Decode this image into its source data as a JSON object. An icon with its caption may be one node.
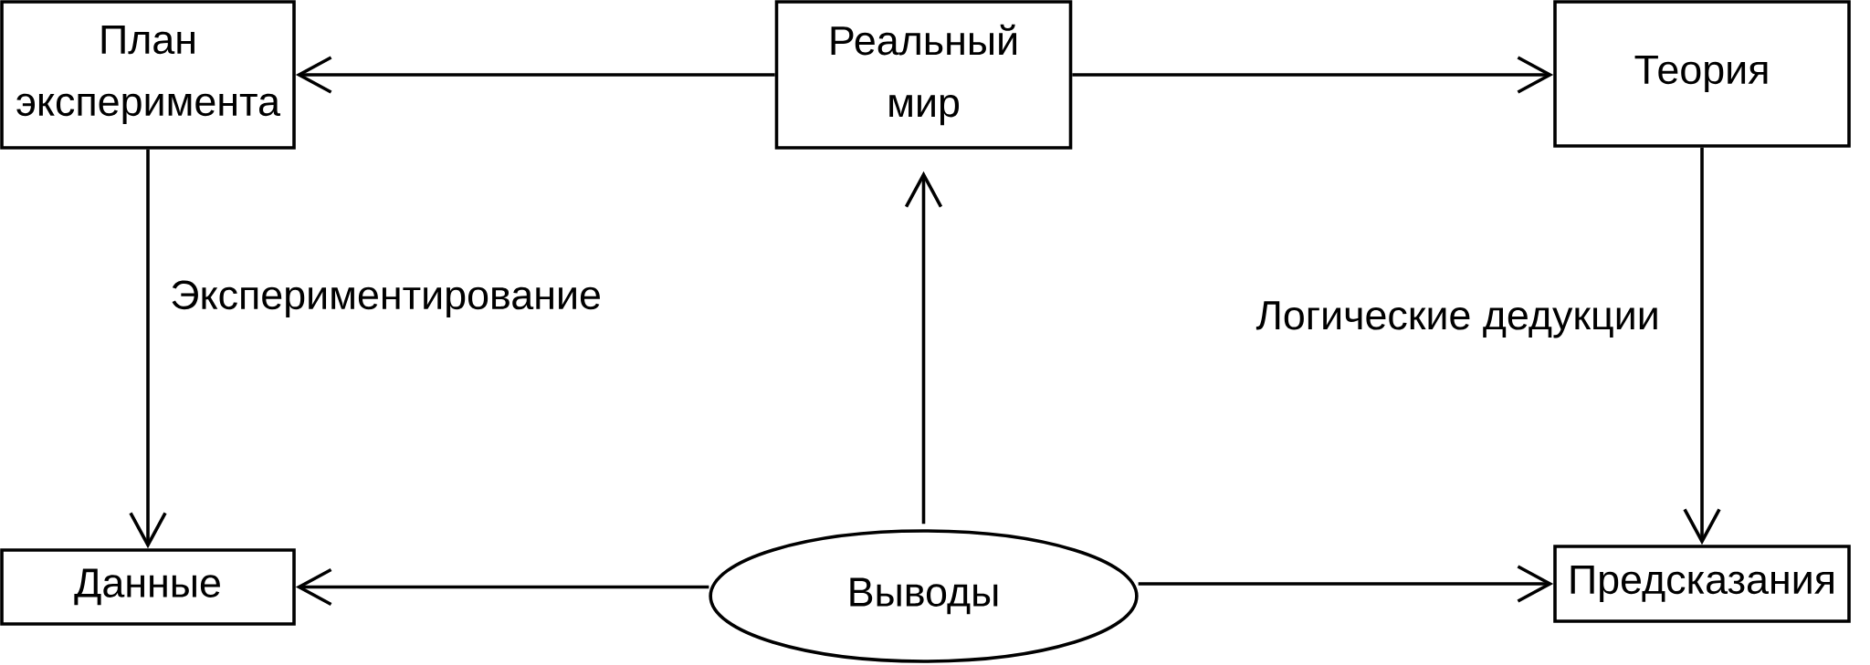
{
  "diagram": {
    "nodes": [
      {
        "text": [
          "План эксперимента"
        ]
      },
      {
        "text": [
          "Реальный мир"
        ]
      },
      {
        "text": [
          "Теория"
        ]
      },
      {
        "text": [
          "Данные"
        ]
      },
      {
        "text": [
          "Выводы"
        ]
      },
      {
        "text": [
          "Предсказания"
        ]
      }
    ],
    "edges": [
      {
        "from": 1,
        "to": 0,
        "arrow": "to"
      },
      {
        "from": 1,
        "to": 2,
        "arrow": "to"
      },
      {
        "from": 0,
        "to": 3,
        "arrow": "to",
        "label": "Экспериментирование"
      },
      {
        "from": 2,
        "to": 5,
        "arrow": "to",
        "label": "Логические дедукции"
      },
      {
        "from": 4,
        "to": 1,
        "arrow": "to"
      },
      {
        "from": 4,
        "to": 3,
        "arrow": "to"
      },
      {
        "from": 4,
        "to": 5,
        "arrow": "to"
      }
    ]
  }
}
